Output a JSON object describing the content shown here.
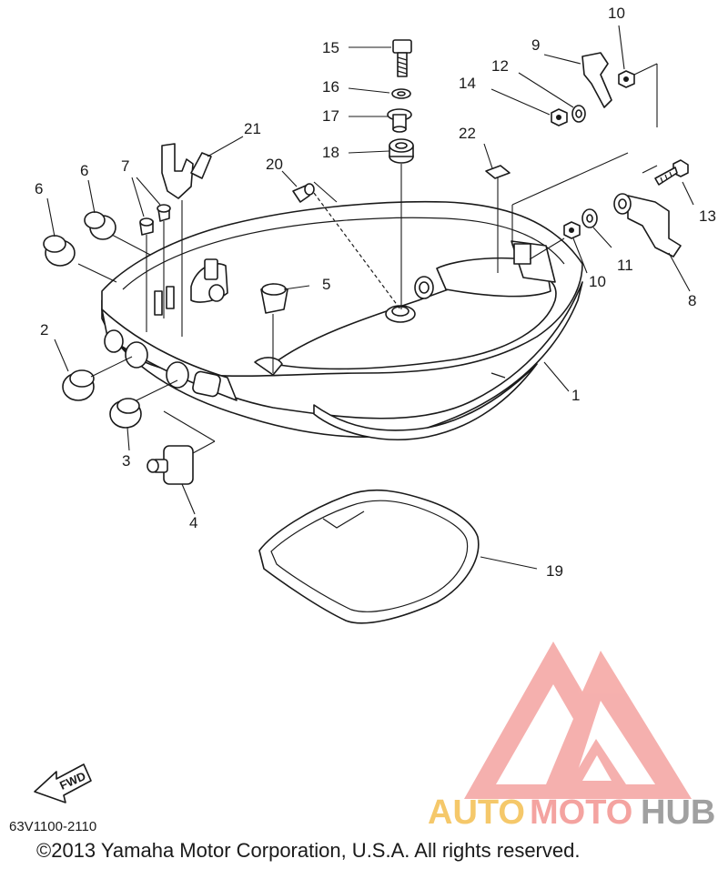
{
  "callouts": {
    "c1": "1",
    "c2": "2",
    "c3": "3",
    "c4": "4",
    "c5": "5",
    "c6a": "6",
    "c6b": "6",
    "c7": "7",
    "c8": "8",
    "c9": "9",
    "c10a": "10",
    "c10b": "10",
    "c11": "11",
    "c12": "12",
    "c13": "13",
    "c14": "14",
    "c15": "15",
    "c16": "16",
    "c17": "17",
    "c18": "18",
    "c19": "19",
    "c20": "20",
    "c21": "21",
    "c22": "22"
  },
  "fwd_label": "FWD",
  "part_number": "63V1100-2110",
  "copyright": "©2013 Yamaha Motor Corporation, U.S.A. All rights reserved.",
  "watermark": {
    "brand_part1": "AUTO",
    "brand_part2": "MOTO",
    "brand_part3": "HUB",
    "colors": {
      "logo": "#f4a3a0",
      "auto": "#f5c86a",
      "moto": "#f4a3a0",
      "hub": "#a0a0a0"
    }
  }
}
